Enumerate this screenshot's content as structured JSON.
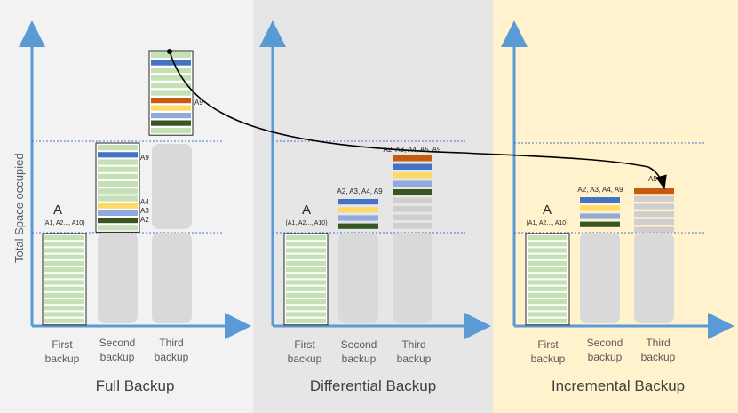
{
  "y_axis_label": "Total Space occupied",
  "panels": [
    {
      "title": "Full Backup",
      "columns": [
        "First backup",
        "Second backup",
        "Third backup"
      ],
      "column_lines": [
        [
          "First",
          "backup"
        ],
        [
          "Second",
          "backup"
        ],
        [
          "Third",
          "backup"
        ]
      ],
      "first_label": "A",
      "first_sublabel": "(A1, A2..., A10)",
      "second_side_labels": [
        "A9",
        "A4",
        "A3",
        "A2"
      ],
      "third_side_label": "A9"
    },
    {
      "title": "Differential Backup",
      "columns": [
        "First backup",
        "Second backup",
        "Third backup"
      ],
      "column_lines": [
        [
          "First",
          "backup"
        ],
        [
          "Second",
          "backup"
        ],
        [
          "Third",
          "backup"
        ]
      ],
      "first_label": "A",
      "first_sublabel": "(A1, A2..., A10)",
      "second_top_label": "A2, A3, A4, A9",
      "third_top_label": "A2, A3, A4, A5, A9"
    },
    {
      "title": "Incremental Backup",
      "columns": [
        "First backup",
        "Second backup",
        "Third backup"
      ],
      "column_lines": [
        [
          "First",
          "backup"
        ],
        [
          "Second",
          "backup"
        ],
        [
          "Third",
          "backup"
        ]
      ],
      "first_label": "A",
      "first_sublabel": "(A1, A2..., A10)",
      "second_top_label": "A2, A3, A4, A9",
      "third_top_label": "A5"
    }
  ],
  "colors": {
    "panel1_bg": "#f2f2f2",
    "panel2_bg": "#e7e6e6",
    "panel3_bg": "#fff2cc",
    "axis": "#5b9bd5",
    "green_stripe": "#c5e0b4",
    "orange": "#c55a11",
    "blue": "#4472c4",
    "yellow": "#ffd966",
    "light_blue": "#8faadc",
    "dark_green": "#375623",
    "gray_slot": "#d9d9d9",
    "gray_stripe": "#d0cece"
  }
}
